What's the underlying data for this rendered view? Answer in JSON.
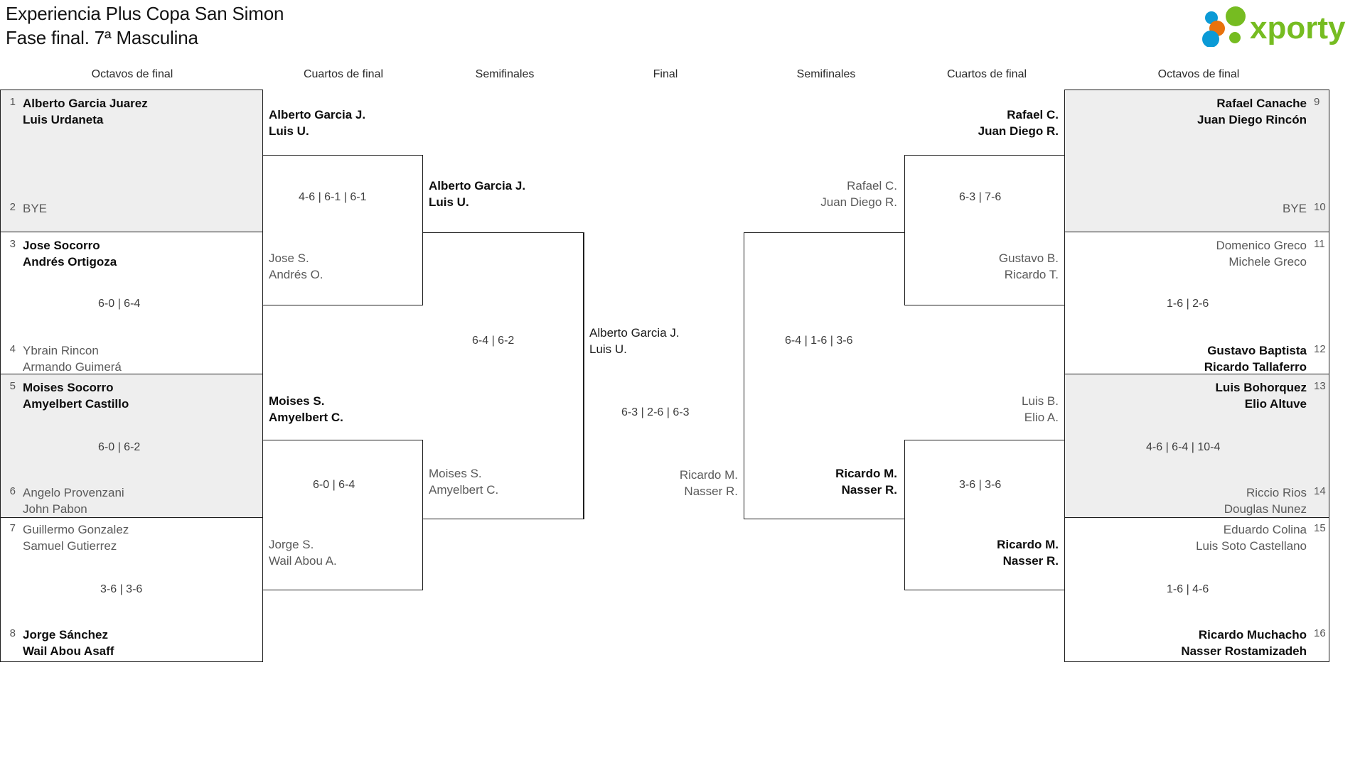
{
  "header": {
    "title_line1": "Experiencia Plus Copa San Simon",
    "title_line2": "Fase final. 7ª Masculina",
    "logo_text": "xporty",
    "logo_colors": {
      "green": "#76bc21",
      "blue": "#0b9ad6",
      "orange": "#e8720c"
    }
  },
  "round_headings": {
    "left_r16": "Octavos de final",
    "left_qf": "Cuartos de final",
    "left_sf": "Semifinales",
    "final": "Final",
    "right_sf": "Semifinales",
    "right_qf": "Cuartos de final",
    "right_r16": "Octavos de final"
  },
  "left_seeds": [
    {
      "seed": "1",
      "p1": "Alberto Garcia Juarez",
      "p2": "Luis Urdaneta",
      "state": "win"
    },
    {
      "seed": "2",
      "p1": "BYE",
      "p2": "",
      "state": "bye"
    },
    {
      "seed": "3",
      "p1": "Jose Socorro",
      "p2": "Andrés Ortigoza",
      "state": "win"
    },
    {
      "seed": "4",
      "p1": "Ybrain Rincon",
      "p2": "Armando Guimerá",
      "state": "los"
    },
    {
      "seed": "5",
      "p1": "Moises Socorro",
      "p2": "Amyelbert Castillo",
      "state": "win"
    },
    {
      "seed": "6",
      "p1": "Angelo Provenzani",
      "p2": "John Pabon",
      "state": "los"
    },
    {
      "seed": "7",
      "p1": "Guillermo Gonzalez",
      "p2": "Samuel Gutierrez",
      "state": "los"
    },
    {
      "seed": "8",
      "p1": "Jorge Sánchez",
      "p2": "Wail Abou Asaff",
      "state": "win"
    }
  ],
  "right_seeds": [
    {
      "seed": "9",
      "p1": "Rafael Canache",
      "p2": "Juan Diego Rincón",
      "state": "win"
    },
    {
      "seed": "10",
      "p1": "BYE",
      "p2": "",
      "state": "bye"
    },
    {
      "seed": "11",
      "p1": "Domenico Greco",
      "p2": "Michele Greco",
      "state": "los"
    },
    {
      "seed": "12",
      "p1": "Gustavo Baptista",
      "p2": "Ricardo Tallaferro",
      "state": "win"
    },
    {
      "seed": "13",
      "p1": "Luis Bohorquez",
      "p2": "Elio Altuve",
      "state": "win"
    },
    {
      "seed": "14",
      "p1": "Riccio Rios",
      "p2": "Douglas Nunez",
      "state": "los"
    },
    {
      "seed": "15",
      "p1": "Eduardo Colina",
      "p2": "Luis Soto Castellano",
      "state": "los"
    },
    {
      "seed": "16",
      "p1": "Ricardo Muchacho",
      "p2": "Nasser Rostamizadeh",
      "state": "win"
    }
  ],
  "left_r16_scores": {
    "m1": "",
    "m2": "6-0 | 6-4",
    "m3": "6-0 | 6-2",
    "m4": "3-6 | 3-6"
  },
  "right_r16_scores": {
    "m1": "",
    "m2": "1-6 | 2-6",
    "m3": "4-6 | 6-4 | 10-4",
    "m4": "1-6 | 4-6"
  },
  "left_qf": [
    {
      "top_p1": "Alberto Garcia J.",
      "top_p2": "Luis U.",
      "top_state": "win",
      "bot_p1": "Jose S.",
      "bot_p2": "Andrés O.",
      "bot_state": "los",
      "score": "4-6 | 6-1 | 6-1"
    },
    {
      "top_p1": "Moises S.",
      "top_p2": "Amyelbert C.",
      "top_state": "win",
      "bot_p1": "Jorge S.",
      "bot_p2": "Wail Abou A.",
      "bot_state": "los",
      "score": "6-0 | 6-4"
    }
  ],
  "right_qf": [
    {
      "top_p1": "Rafael C.",
      "top_p2": "Juan Diego R.",
      "top_state": "win",
      "bot_p1": "Gustavo B.",
      "bot_p2": "Ricardo T.",
      "bot_state": "los",
      "score": "6-3 | 7-6"
    },
    {
      "top_p1": "Luis B.",
      "top_p2": "Elio A.",
      "top_state": "los",
      "bot_p1": "Ricardo M.",
      "bot_p2": "Nasser R.",
      "bot_state": "win",
      "score": "3-6 | 3-6"
    }
  ],
  "left_sf": {
    "top_p1": "Alberto Garcia J.",
    "top_p2": "Luis U.",
    "top_state": "win",
    "bot_p1": "Moises S.",
    "bot_p2": "Amyelbert C.",
    "bot_state": "los",
    "score": "6-4 | 6-2"
  },
  "right_sf": {
    "top_p1": "Rafael C.",
    "top_p2": "Juan Diego R.",
    "top_state": "los",
    "bot_p1": "Ricardo M.",
    "bot_p2": "Nasser R.",
    "bot_state": "win",
    "score": "6-4 | 1-6 | 3-6"
  },
  "final": {
    "top_p1": "Alberto Garcia J.",
    "top_p2": "Luis U.",
    "top_state": "reg",
    "bot_p1": "Ricardo M.",
    "bot_p2": "Nasser R.",
    "bot_state": "los",
    "score": "6-3 | 2-6 | 6-3"
  }
}
